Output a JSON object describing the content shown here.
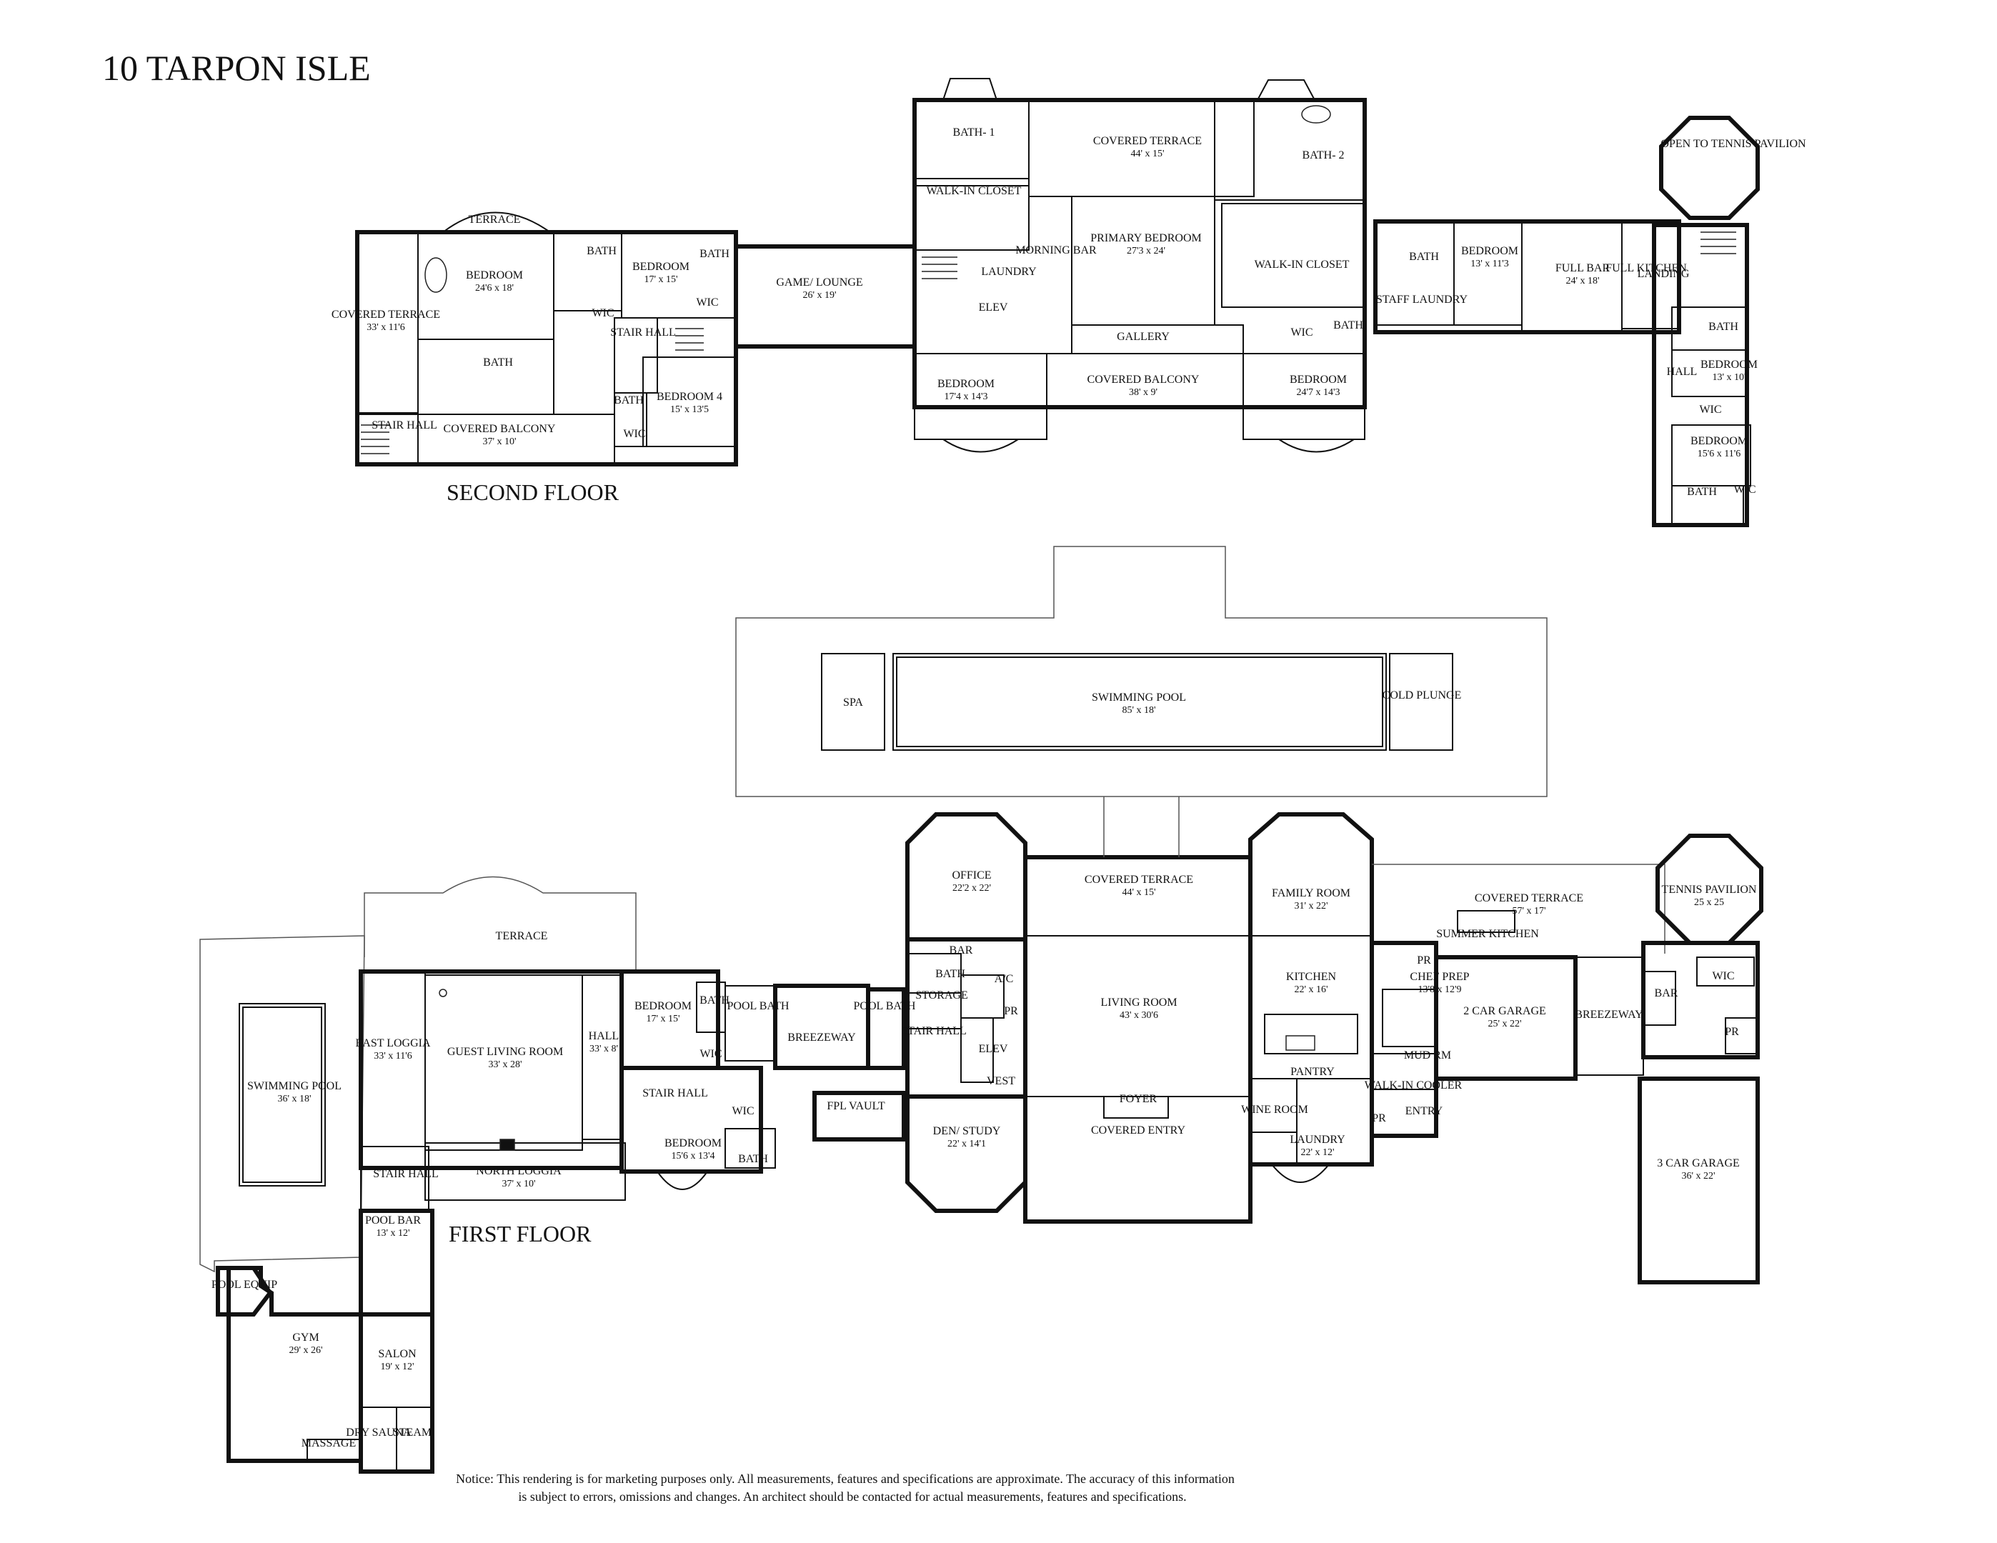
{
  "title": "10 TARPON ISLE",
  "floor_labels": {
    "second": "SECOND FLOOR",
    "first": "FIRST FLOOR"
  },
  "second_floor_rooms": [
    {
      "name": "TERRACE",
      "dims": ""
    },
    {
      "name": "BEDROOM",
      "dims": "24'6 x 18'"
    },
    {
      "name": "COVERED TERRACE",
      "dims": "33' x 11'6"
    },
    {
      "name": "BATH",
      "dims": ""
    },
    {
      "name": "STAIR HALL",
      "dims": ""
    },
    {
      "name": "COVERED BALCONY",
      "dims": "37' x 10'"
    },
    {
      "name": "BATH",
      "dims": ""
    },
    {
      "name": "WIC",
      "dims": ""
    },
    {
      "name": "BEDROOM",
      "dims": "17' x 15'"
    },
    {
      "name": "BATH",
      "dims": ""
    },
    {
      "name": "WIC",
      "dims": ""
    },
    {
      "name": "STAIR HALL",
      "dims": ""
    },
    {
      "name": "BEDROOM 4",
      "dims": "15' x 13'5"
    },
    {
      "name": "BATH",
      "dims": ""
    },
    {
      "name": "WIC",
      "dims": ""
    },
    {
      "name": "GAME/ LOUNGE",
      "dims": "26' x 19'"
    },
    {
      "name": "BATH- 1",
      "dims": ""
    },
    {
      "name": "WALK-IN CLOSET",
      "dims": ""
    },
    {
      "name": "MORNING BAR",
      "dims": ""
    },
    {
      "name": "LAUNDRY",
      "dims": ""
    },
    {
      "name": "ELEV",
      "dims": ""
    },
    {
      "name": "COVERED TERRACE",
      "dims": "44' x 15'"
    },
    {
      "name": "PRIMARY BEDROOM",
      "dims": "27'3 x 24'"
    },
    {
      "name": "GALLERY",
      "dims": ""
    },
    {
      "name": "COVERED BALCONY",
      "dims": "38' x 9'"
    },
    {
      "name": "BEDROOM",
      "dims": "17'4 x 14'3"
    },
    {
      "name": "BATH- 2",
      "dims": ""
    },
    {
      "name": "WALK-IN CLOSET",
      "dims": ""
    },
    {
      "name": "WIC",
      "dims": ""
    },
    {
      "name": "BATH",
      "dims": ""
    },
    {
      "name": "BEDROOM",
      "dims": "24'7 x 14'3"
    },
    {
      "name": "BATH",
      "dims": ""
    },
    {
      "name": "STAFF LAUNDRY",
      "dims": ""
    },
    {
      "name": "BEDROOM",
      "dims": "13' x 11'3"
    },
    {
      "name": "FULL BAR",
      "dims": "24' x 18'"
    },
    {
      "name": "FULL KITCHEN",
      "dims": ""
    },
    {
      "name": "LANDING",
      "dims": ""
    },
    {
      "name": "OPEN TO TENNIS PAVILION",
      "dims": ""
    },
    {
      "name": "BATH",
      "dims": ""
    },
    {
      "name": "HALL",
      "dims": ""
    },
    {
      "name": "BEDROOM",
      "dims": "13' x 10'"
    },
    {
      "name": "WIC",
      "dims": ""
    },
    {
      "name": "BEDROOM",
      "dims": "15'6 x 11'6"
    },
    {
      "name": "BATH",
      "dims": ""
    },
    {
      "name": "WIC",
      "dims": ""
    }
  ],
  "pool_area": [
    {
      "name": "SPA",
      "dims": ""
    },
    {
      "name": "SWIMMING POOL",
      "dims": "85' x 18'"
    },
    {
      "name": "COLD PLUNGE",
      "dims": ""
    }
  ],
  "first_floor_rooms": [
    {
      "name": "TERRACE",
      "dims": ""
    },
    {
      "name": "SWIMMING POOL",
      "dims": "36' x 18'"
    },
    {
      "name": "EAST LOGGIA",
      "dims": "33' x 11'6"
    },
    {
      "name": "GUEST LIVING ROOM",
      "dims": "33' x 28'"
    },
    {
      "name": "HALL",
      "dims": "33' x 8'"
    },
    {
      "name": "STAIR HALL",
      "dims": ""
    },
    {
      "name": "NORTH LOGGIA",
      "dims": "37' x 10'"
    },
    {
      "name": "POOL BAR",
      "dims": "13' x 12'"
    },
    {
      "name": "POOL EQUIP",
      "dims": ""
    },
    {
      "name": "GYM",
      "dims": "29' x 26'"
    },
    {
      "name": "SALON",
      "dims": "19' x 12'"
    },
    {
      "name": "MASSAGE",
      "dims": ""
    },
    {
      "name": "DRY SAUNA",
      "dims": ""
    },
    {
      "name": "STEAM",
      "dims": ""
    },
    {
      "name": "BEDROOM",
      "dims": "17' x 15'"
    },
    {
      "name": "BATH",
      "dims": ""
    },
    {
      "name": "WIC",
      "dims": ""
    },
    {
      "name": "STAIR HALL",
      "dims": ""
    },
    {
      "name": "BEDROOM",
      "dims": "15'6 x 13'4"
    },
    {
      "name": "WIC",
      "dims": ""
    },
    {
      "name": "BATH",
      "dims": ""
    },
    {
      "name": "POOL BATH",
      "dims": ""
    },
    {
      "name": "BREEZEWAY",
      "dims": ""
    },
    {
      "name": "POOL BATH",
      "dims": ""
    },
    {
      "name": "FPL VAULT",
      "dims": ""
    },
    {
      "name": "OFFICE",
      "dims": "22'2 x 22'"
    },
    {
      "name": "BAR",
      "dims": ""
    },
    {
      "name": "BATH",
      "dims": ""
    },
    {
      "name": "STORAGE",
      "dims": ""
    },
    {
      "name": "A/C",
      "dims": ""
    },
    {
      "name": "PR",
      "dims": ""
    },
    {
      "name": "STAIR HALL",
      "dims": ""
    },
    {
      "name": "ELEV",
      "dims": ""
    },
    {
      "name": "VEST",
      "dims": ""
    },
    {
      "name": "DEN/ STUDY",
      "dims": "22' x 14'1"
    },
    {
      "name": "COVERED TERRACE",
      "dims": "44' x 15'"
    },
    {
      "name": "LIVING ROOM",
      "dims": "43' x 30'6"
    },
    {
      "name": "FOYER",
      "dims": ""
    },
    {
      "name": "COVERED ENTRY",
      "dims": ""
    },
    {
      "name": "FAMILY ROOM",
      "dims": "31' x 22'"
    },
    {
      "name": "KITCHEN",
      "dims": "22' x 16'"
    },
    {
      "name": "PANTRY",
      "dims": ""
    },
    {
      "name": "WINE ROOM",
      "dims": ""
    },
    {
      "name": "LAUNDRY",
      "dims": "22' x 12'"
    },
    {
      "name": "SUMMER KITCHEN",
      "dims": ""
    },
    {
      "name": "PR",
      "dims": ""
    },
    {
      "name": "CHEF PREP",
      "dims": "13'8 x 12'9"
    },
    {
      "name": "MUD RM",
      "dims": ""
    },
    {
      "name": "WALK-IN COOLER",
      "dims": ""
    },
    {
      "name": "PR",
      "dims": ""
    },
    {
      "name": "ENTRY",
      "dims": ""
    },
    {
      "name": "COVERED TERRACE",
      "dims": "57' x 17'"
    },
    {
      "name": "2 CAR GARAGE",
      "dims": "25' x 22'"
    },
    {
      "name": "BREEZEWAY",
      "dims": ""
    },
    {
      "name": "TENNIS PAVILION",
      "dims": "25 x 25"
    },
    {
      "name": "WIC",
      "dims": ""
    },
    {
      "name": "BAR",
      "dims": ""
    },
    {
      "name": "PR",
      "dims": ""
    },
    {
      "name": "3 CAR GARAGE",
      "dims": "36' x 22'"
    }
  ],
  "notice": {
    "line1": "Notice: This rendering is for marketing purposes only. All measurements, features and specifications are approximate. The accuracy of this information",
    "line2": "is subject to errors, omissions and changes. An architect should be contacted for actual measurements, features and specifications."
  }
}
